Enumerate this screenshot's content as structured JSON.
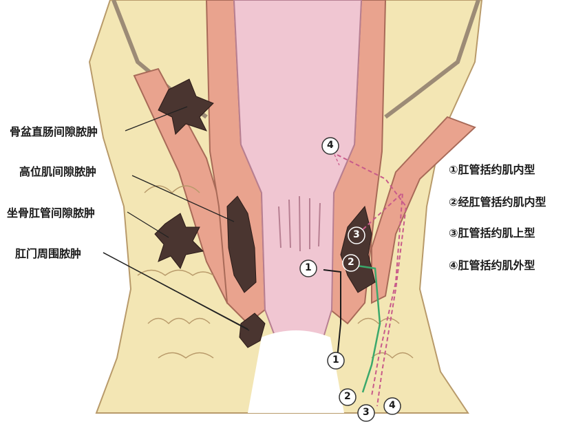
{
  "labels_left": {
    "pelvirectal": "骨盆直肠间隙脓肿",
    "high_intermuscular": "高位肌间隙脓肿",
    "ischiorectal": "坐骨肛管间隙脓肿",
    "perianal": "肛门周围脓肿"
  },
  "legend": {
    "item1": "①肛管括约肌内型",
    "item2": "②经肛管括约肌内型",
    "item3": "③肛管括约肌上型",
    "item4": "④肛管括约肌外型"
  },
  "markers": {
    "m1": "1",
    "m2": "2",
    "m3": "3",
    "m4": "4"
  },
  "colors": {
    "fat": "#f3e6b4",
    "muscle": "#e9a38e",
    "mucosa": "#f0c6d2",
    "abscess": "#4a3530",
    "path_green": "#3aa86b",
    "path_pink": "#c85a8a"
  }
}
